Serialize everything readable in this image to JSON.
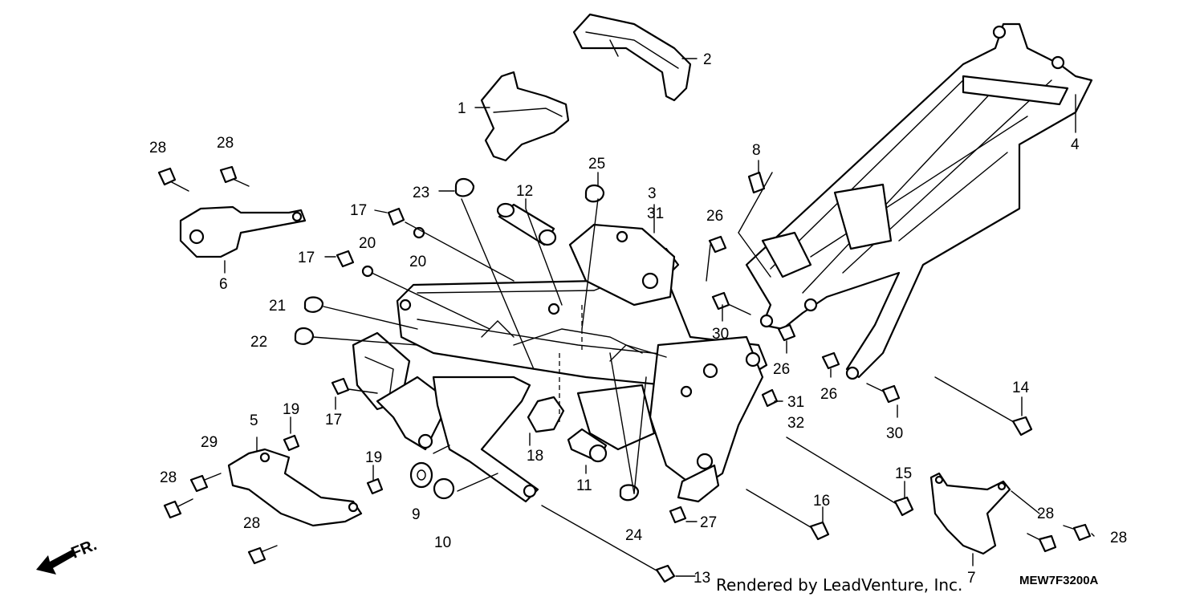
{
  "diagram": {
    "callouts": {
      "c1": "1",
      "c2": "2",
      "c3": "3",
      "c4": "4",
      "c5": "5",
      "c6": "6",
      "c7": "7",
      "c8": "8",
      "c9": "9",
      "c10": "10",
      "c11": "11",
      "c12": "12",
      "c13": "13",
      "c14": "14",
      "c15": "15",
      "c16": "16",
      "c17a": "17",
      "c17b": "17",
      "c17c": "17",
      "c18": "18",
      "c19a": "19",
      "c19b": "19",
      "c20a": "20",
      "c20b": "20",
      "c21": "21",
      "c22": "22",
      "c23": "23",
      "c24": "24",
      "c25": "25",
      "c26a": "26",
      "c26b": "26",
      "c26c": "26",
      "c27": "27",
      "c28a": "28",
      "c28b": "28",
      "c28c": "28",
      "c28d": "28",
      "c28e": "28",
      "c28f": "28",
      "c29": "29",
      "c30a": "30",
      "c30b": "30",
      "c31a": "31",
      "c31b": "31",
      "c32": "32"
    },
    "direction_label": "FR.",
    "watermark": "Rendered by LeadVenture, Inc.",
    "diagram_code": "MEW7F3200A"
  }
}
